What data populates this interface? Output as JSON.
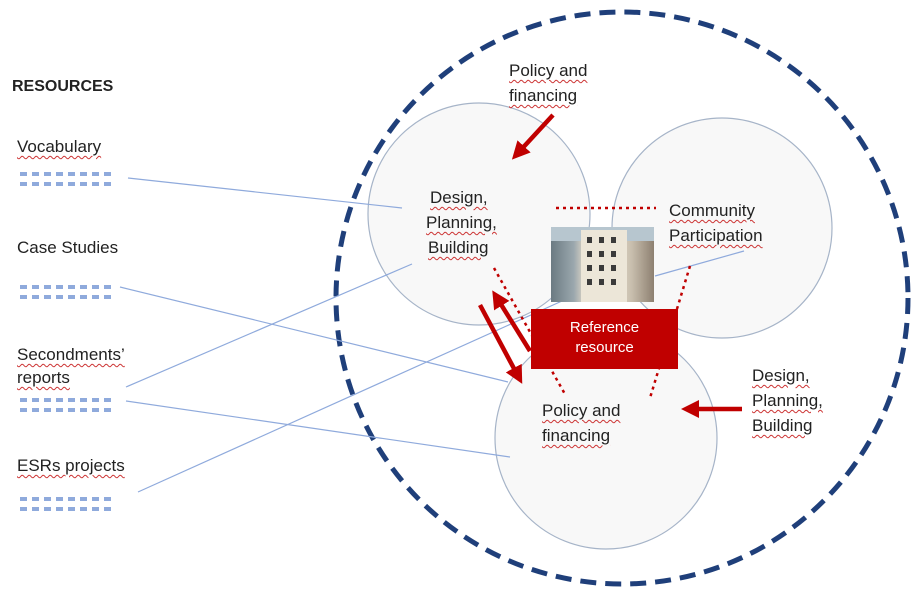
{
  "resources": {
    "heading": "RESOURCES",
    "items": [
      {
        "label": "Vocabulary"
      },
      {
        "label": "Case Studies"
      },
      {
        "label_line1": "Secondments’",
        "label_line2": "reports"
      },
      {
        "label": "ESRs projects"
      }
    ]
  },
  "circles": {
    "top_left": {
      "line1": "Design,",
      "line2": "Planning,",
      "line3": "Building"
    },
    "top_right": {
      "line1": "Community",
      "line2": "Participation"
    },
    "bottom": {
      "line1": "Policy and",
      "line2": "financing"
    }
  },
  "external_labels": {
    "top": {
      "line1": "Policy and",
      "line2": "financing"
    },
    "right": {
      "line1": "Design,",
      "line2": "Planning,",
      "line3": "Building"
    }
  },
  "reference": {
    "line1": "Reference",
    "line2": "resource"
  },
  "colors": {
    "outer_ring": "#1f3f7a",
    "circle_fill": "#f2f2f2",
    "circle_stroke": "#a6b4c8",
    "connector": "#8faadc",
    "arrow": "#c00000",
    "reference_box": "#c00000"
  }
}
